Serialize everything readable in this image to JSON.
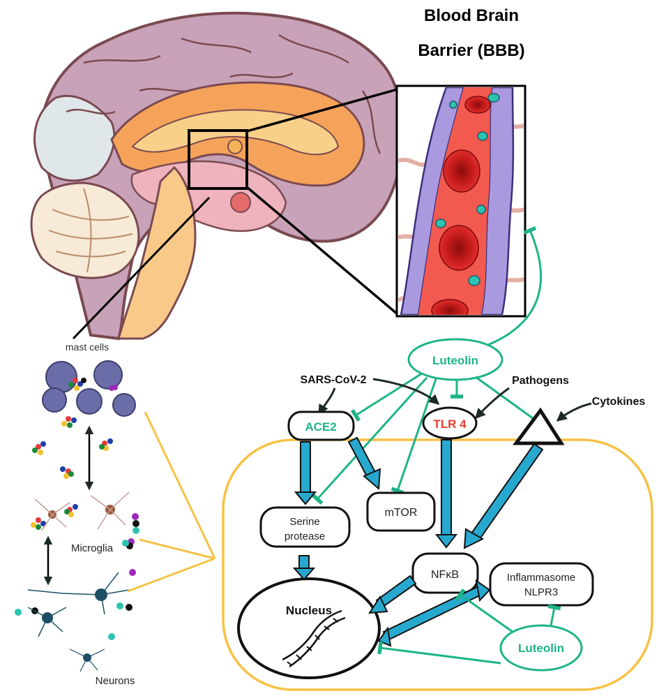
{
  "title_line1": "Blood Brain",
  "title_line2": "Barrier (BBB)",
  "cells": {
    "mast_cells": "mast cells",
    "microglia": "Microglia",
    "neurons": "Neurons"
  },
  "inputs": {
    "sars": "SARS-CoV-2",
    "pathogens": "Pathogens",
    "cytokines": "Cytokines"
  },
  "luteolin_top": "Luteolin",
  "luteolin_bottom": "Luteolin",
  "nodes": {
    "ace2": "ACE2",
    "tlr4": "TLR 4",
    "mtor": "mTOR",
    "serine_line1": "Serine",
    "serine_line2": "protease",
    "nfkb": "NFκB",
    "inflammasome_line1": "Inflammasome",
    "inflammasome_line2": "NLPR3",
    "nucleus": "Nucleus"
  },
  "colors": {
    "luteolin": "#1db487",
    "tlr4": "#e8392f",
    "cell_border": "#f6c244",
    "pathway_arrow": "#27a9cf",
    "zoom_lines": "#000000"
  },
  "icons": [
    "brain-illustration",
    "blood-vessel-illustration",
    "dna-icon",
    "mast-cell-icon",
    "microglia-icon",
    "neuron-icon"
  ]
}
